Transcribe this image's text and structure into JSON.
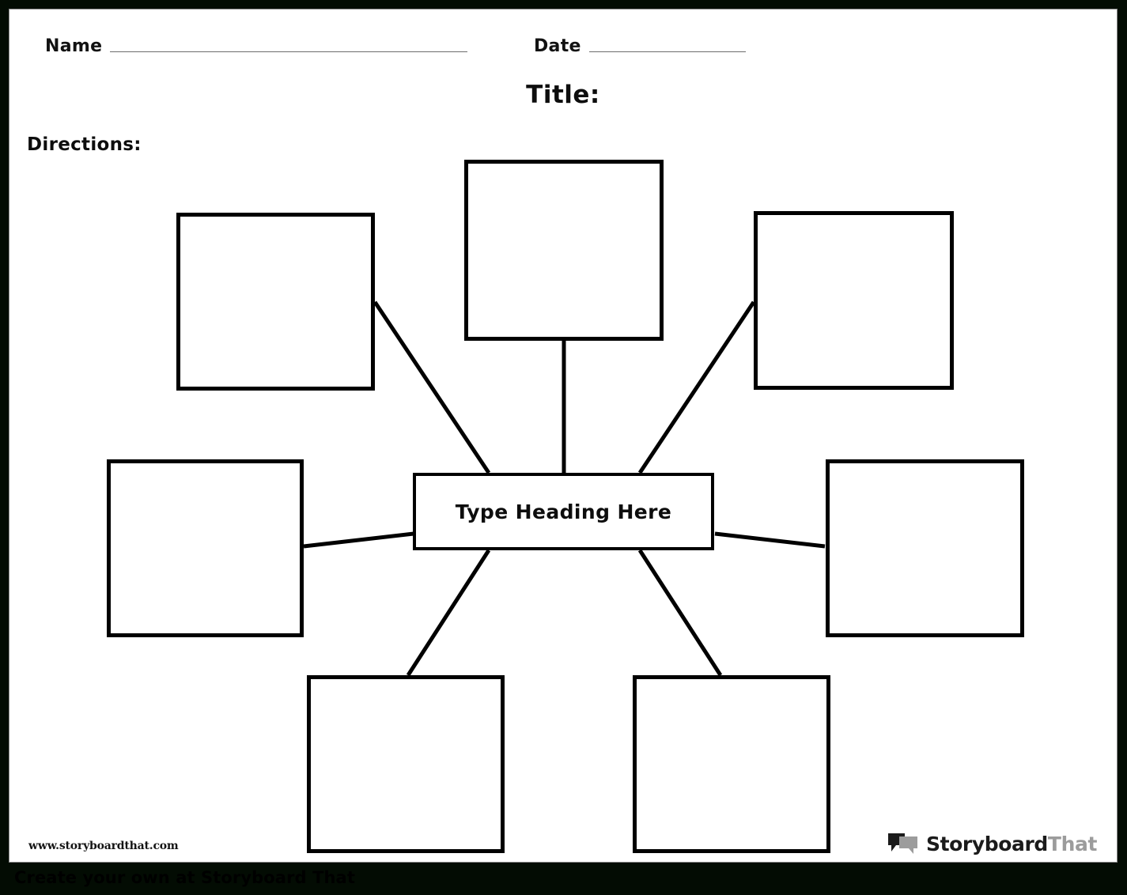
{
  "document": {
    "type": "spider-map-worksheet",
    "page_background": "#ffffff",
    "outer_background": "#030c03",
    "ink_color": "#000000"
  },
  "header": {
    "name_label": "Name",
    "date_label": "Date",
    "title_label": "Title:",
    "directions_label": "Directions:"
  },
  "diagram": {
    "center": {
      "label": "Type Heading Here"
    },
    "branches": [
      {
        "id": "top-center",
        "label": ""
      },
      {
        "id": "top-left",
        "label": ""
      },
      {
        "id": "top-right",
        "label": ""
      },
      {
        "id": "middle-left",
        "label": ""
      },
      {
        "id": "middle-right",
        "label": ""
      },
      {
        "id": "bottom-left",
        "label": ""
      },
      {
        "id": "bottom-right",
        "label": ""
      }
    ]
  },
  "footer": {
    "site_url": "www.storyboardthat.com",
    "brand_primary": "Storyboard",
    "brand_secondary": "That",
    "brand_primary_color": "#1b1b1b",
    "brand_secondary_color": "#9c9c9c"
  },
  "banner": {
    "text": "Create your own at Storyboard That"
  }
}
